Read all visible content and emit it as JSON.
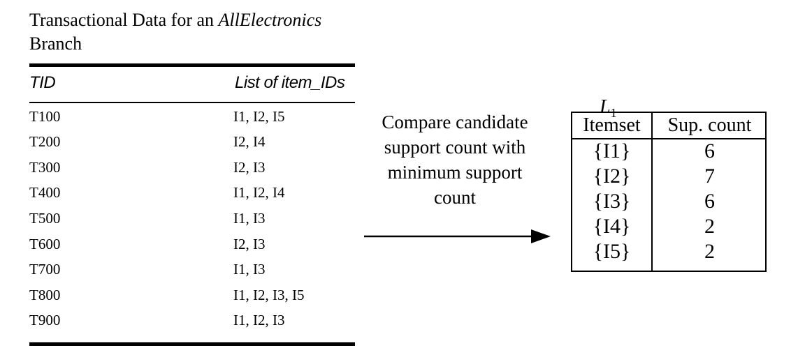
{
  "transaction_table": {
    "caption_prefix": "Transactional Data for an ",
    "caption_italic": "AllElectronics",
    "caption_suffix": "Branch",
    "headers": {
      "tid": "TID",
      "items": "List of item_IDs"
    },
    "rows": [
      {
        "tid": "T100",
        "items": "I1, I2, I5"
      },
      {
        "tid": "T200",
        "items": "I2, I4"
      },
      {
        "tid": "T300",
        "items": "I2, I3"
      },
      {
        "tid": "T400",
        "items": "I1, I2, I4"
      },
      {
        "tid": "T500",
        "items": "I1, I3"
      },
      {
        "tid": "T600",
        "items": "I2, I3"
      },
      {
        "tid": "T700",
        "items": "I1, I3"
      },
      {
        "tid": "T800",
        "items": "I1, I2, I3, I5"
      },
      {
        "tid": "T900",
        "items": "I1, I2, I3"
      }
    ]
  },
  "arrow": {
    "lines": [
      "Compare candidate",
      "support count with",
      "minimum support",
      "count"
    ]
  },
  "l1_table": {
    "label": "L",
    "label_subscript": "1",
    "headers": {
      "itemset": "Itemset",
      "count": "Sup. count"
    },
    "rows": [
      {
        "itemset": "{I1}",
        "count": "6"
      },
      {
        "itemset": "{I2}",
        "count": "7"
      },
      {
        "itemset": "{I3}",
        "count": "6"
      },
      {
        "itemset": "{I4}",
        "count": "2"
      },
      {
        "itemset": "{I5}",
        "count": "2"
      }
    ]
  }
}
